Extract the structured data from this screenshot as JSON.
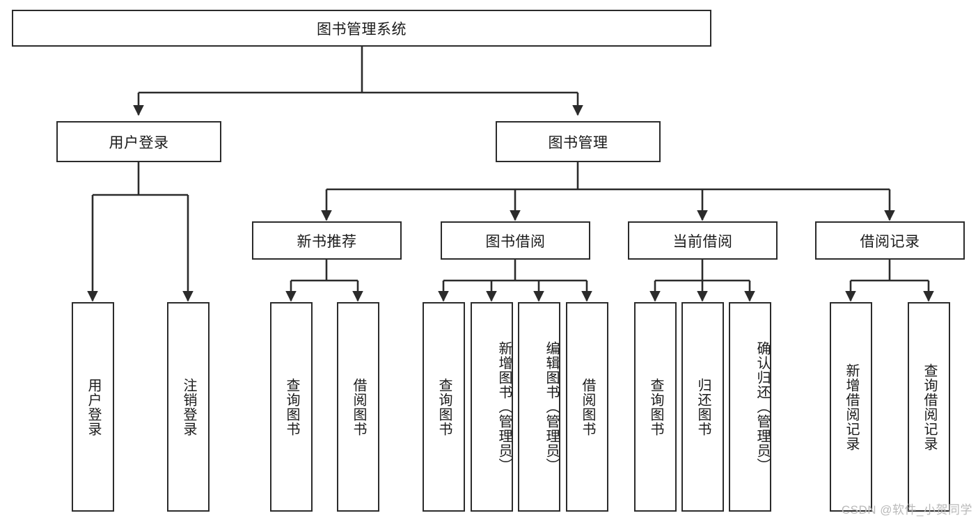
{
  "diagram": {
    "title": "图书管理系统",
    "watermark": "CSDN @软件_小贺同学",
    "line_color": "#2b2b2b",
    "box_border_color": "#2b2b2b",
    "box_fill_color": "#ffffff",
    "background_color": "#ffffff",
    "watermark_color": "#b9b9b9"
  },
  "nodes": {
    "root": {
      "label": "图书管理系统"
    },
    "level1": [
      {
        "label": "用户登录"
      },
      {
        "label": "图书管理"
      }
    ],
    "level2": [
      {
        "label": "新书推荐"
      },
      {
        "label": "图书借阅"
      },
      {
        "label": "当前借阅"
      },
      {
        "label": "借阅记录"
      }
    ],
    "leaves": {
      "user_login": [
        {
          "label": "用户登录"
        },
        {
          "label": "注销登录"
        }
      ],
      "new_book_recommend": [
        {
          "label": "查询图书"
        },
        {
          "label": "借阅图书"
        }
      ],
      "book_borrow": [
        {
          "label": "查询图书"
        },
        {
          "label": "新增图书（管理员）"
        },
        {
          "label": "编辑图书（管理员）"
        },
        {
          "label": "借阅图书"
        }
      ],
      "current_borrow": [
        {
          "label": "查询图书"
        },
        {
          "label": "归还图书"
        },
        {
          "label": "确认归还（管理员）"
        }
      ],
      "borrow_records": [
        {
          "label": "新增借阅记录"
        },
        {
          "label": "查询借阅记录"
        }
      ]
    }
  }
}
